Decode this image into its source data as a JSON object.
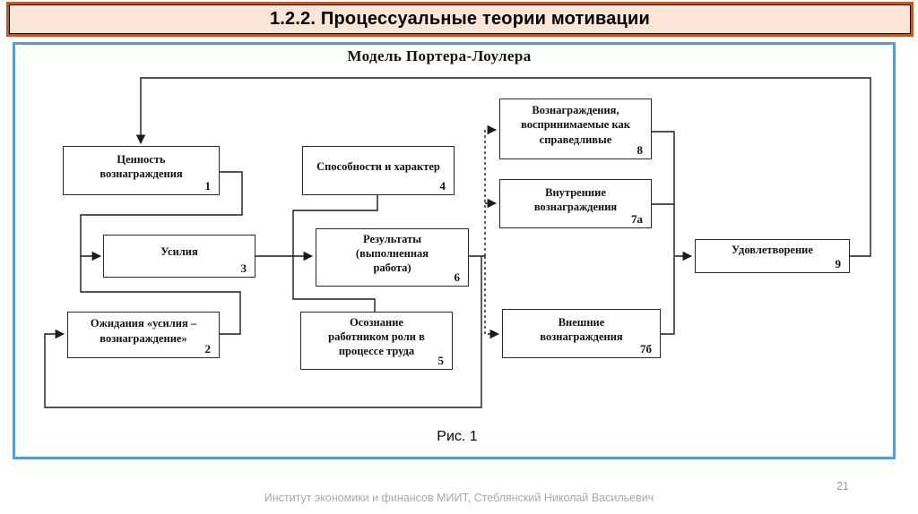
{
  "slide": {
    "title": "1.2.2. Процессуальные теории мотивации",
    "page_number": "21",
    "footer": "Институт экономики и финансов МИИТ, Стеблянский Николай Васильевич"
  },
  "diagram": {
    "title": "Модель Портера-Лоулера",
    "caption": "Рис. 1",
    "boxes": [
      {
        "id": "box1",
        "label": "Ценность вознаграждения",
        "number": "1"
      },
      {
        "id": "box2",
        "label": "Ожидания «усилия – вознаграждение»",
        "number": "2"
      },
      {
        "id": "box3",
        "label": "Усилия",
        "number": "3"
      },
      {
        "id": "box4",
        "label": "Способности и характер",
        "number": "4"
      },
      {
        "id": "box5",
        "label": "Осознание работником роли в процессе труда",
        "number": "5"
      },
      {
        "id": "box6",
        "label": "Результаты (выполненная работа)",
        "number": "6"
      },
      {
        "id": "box7a",
        "label": "Внутренние вознаграждения",
        "number": "7а"
      },
      {
        "id": "box7b",
        "label": "Внешние вознаграждения",
        "number": "7б"
      },
      {
        "id": "box8",
        "label": "Вознаграждения, воспринимаемые как справедливые",
        "number": "8"
      },
      {
        "id": "box9",
        "label": "Удовлетворение",
        "number": "9"
      }
    ]
  },
  "colors": {
    "title_border": "#c05a1c",
    "title_bg": "#fbe5d6",
    "frame_border": "#5b9bd5",
    "line": "#1a1a1a",
    "footer_text": "#a9a9a9"
  }
}
